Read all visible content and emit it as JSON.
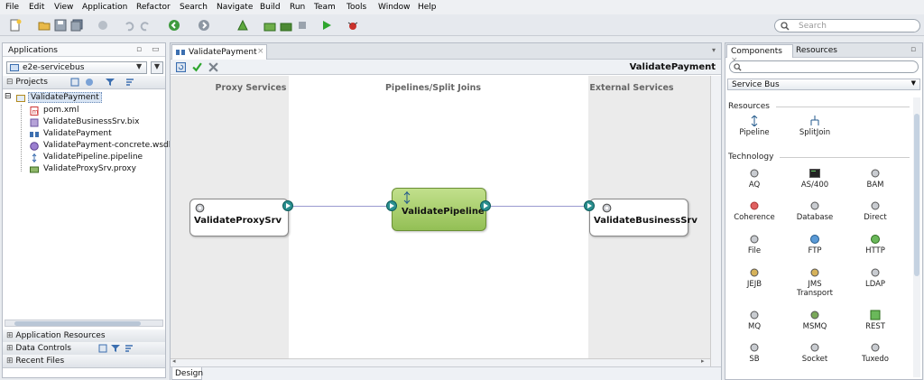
{
  "menu": [
    "File",
    "Edit",
    "View",
    "Application",
    "Refactor",
    "Search",
    "Navigate",
    "Build",
    "Run",
    "Team",
    "Tools",
    "Window",
    "Help"
  ],
  "search_placeholder": "Search",
  "applications": {
    "title": "Applications",
    "app": "e2e-servicebus",
    "projects": "Projects",
    "tree_root": "ValidatePayment",
    "files": [
      "pom.xml",
      "ValidateBusinessSrv.bix",
      "ValidatePayment",
      "ValidatePayment-concrete.wsdl",
      "ValidatePipeline.pipeline",
      "ValidateProxySrv.proxy"
    ],
    "bottom": [
      "Application Resources",
      "Data Controls",
      "Recent Files"
    ]
  },
  "editor": {
    "tab": "ValidatePayment",
    "title": "ValidatePayment",
    "columns": [
      "Proxy Services",
      "Pipelines/Split Joins",
      "External Services"
    ],
    "nodes": {
      "proxy": "ValidateProxySrv",
      "pipeline": "ValidatePipeline",
      "business": "ValidateBusinessSrv"
    },
    "bottom_tab": "Design"
  },
  "palette": {
    "tabs": [
      "Components",
      "Resources"
    ],
    "category": "Service Bus",
    "sections": {
      "resources": "Resources",
      "technology": "Technology"
    },
    "resources": [
      "Pipeline",
      "SplitJoin"
    ],
    "technology": [
      "AQ",
      "AS/400",
      "BAM",
      "Coherence",
      "Database",
      "Direct",
      "File",
      "FTP",
      "HTTP",
      "JEJB",
      "JMS\nTransport",
      "LDAP",
      "MQ",
      "MSMQ",
      "REST",
      "SB",
      "Socket",
      "Tuxedo"
    ]
  },
  "colors": {
    "pipeline_fill": "#a8cf6a",
    "arrow": "#2a8f8f",
    "accent": "#3c6fb0"
  }
}
